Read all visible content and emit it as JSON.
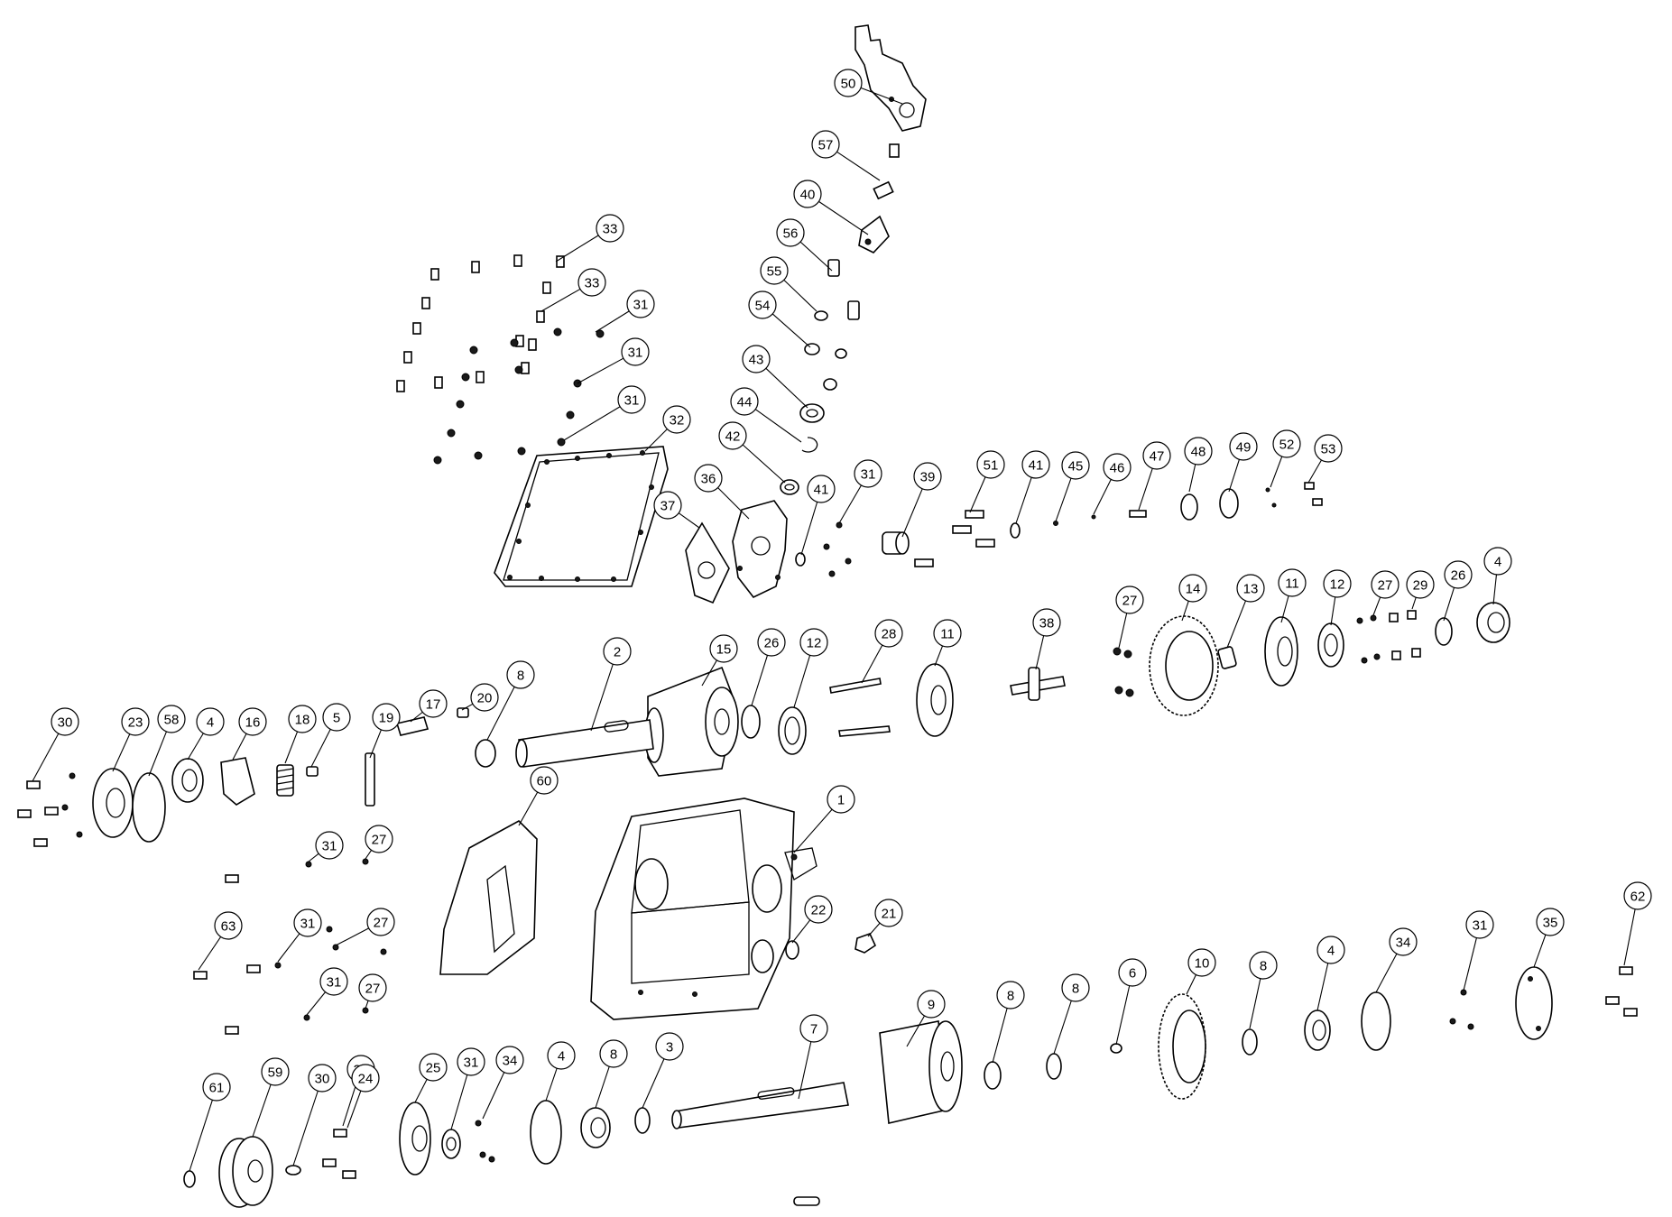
{
  "diagram": {
    "type": "exploded-parts-view",
    "callouts": [
      {
        "label": "50"
      },
      {
        "label": "57"
      },
      {
        "label": "40"
      },
      {
        "label": "56"
      },
      {
        "label": "55"
      },
      {
        "label": "54"
      },
      {
        "label": "43"
      },
      {
        "label": "44"
      },
      {
        "label": "42"
      },
      {
        "label": "36"
      },
      {
        "label": "37"
      },
      {
        "label": "41"
      },
      {
        "label": "31"
      },
      {
        "label": "39"
      },
      {
        "label": "51"
      },
      {
        "label": "41"
      },
      {
        "label": "45"
      },
      {
        "label": "46"
      },
      {
        "label": "47"
      },
      {
        "label": "48"
      },
      {
        "label": "49"
      },
      {
        "label": "52"
      },
      {
        "label": "53"
      },
      {
        "label": "33"
      },
      {
        "label": "33"
      },
      {
        "label": "31"
      },
      {
        "label": "31"
      },
      {
        "label": "31"
      },
      {
        "label": "32"
      },
      {
        "label": "27"
      },
      {
        "label": "14"
      },
      {
        "label": "13"
      },
      {
        "label": "11"
      },
      {
        "label": "12"
      },
      {
        "label": "27"
      },
      {
        "label": "29"
      },
      {
        "label": "26"
      },
      {
        "label": "4"
      },
      {
        "label": "38"
      },
      {
        "label": "30"
      },
      {
        "label": "23"
      },
      {
        "label": "58"
      },
      {
        "label": "4"
      },
      {
        "label": "16"
      },
      {
        "label": "18"
      },
      {
        "label": "5"
      },
      {
        "label": "19"
      },
      {
        "label": "17"
      },
      {
        "label": "20"
      },
      {
        "label": "8"
      },
      {
        "label": "2"
      },
      {
        "label": "15"
      },
      {
        "label": "26"
      },
      {
        "label": "12"
      },
      {
        "label": "28"
      },
      {
        "label": "11"
      },
      {
        "label": "60"
      },
      {
        "label": "1"
      },
      {
        "label": "31"
      },
      {
        "label": "27"
      },
      {
        "label": "63"
      },
      {
        "label": "31"
      },
      {
        "label": "27"
      },
      {
        "label": "31"
      },
      {
        "label": "27"
      },
      {
        "label": "22"
      },
      {
        "label": "21"
      },
      {
        "label": "30"
      },
      {
        "label": "9"
      },
      {
        "label": "8"
      },
      {
        "label": "8"
      },
      {
        "label": "6"
      },
      {
        "label": "10"
      },
      {
        "label": "8"
      },
      {
        "label": "4"
      },
      {
        "label": "34"
      },
      {
        "label": "31"
      },
      {
        "label": "35"
      },
      {
        "label": "62"
      },
      {
        "label": "61"
      },
      {
        "label": "59"
      },
      {
        "label": "30"
      },
      {
        "label": "24"
      },
      {
        "label": "25"
      },
      {
        "label": "31"
      },
      {
        "label": "34"
      },
      {
        "label": "4"
      },
      {
        "label": "8"
      },
      {
        "label": "3"
      },
      {
        "label": "7"
      }
    ]
  }
}
